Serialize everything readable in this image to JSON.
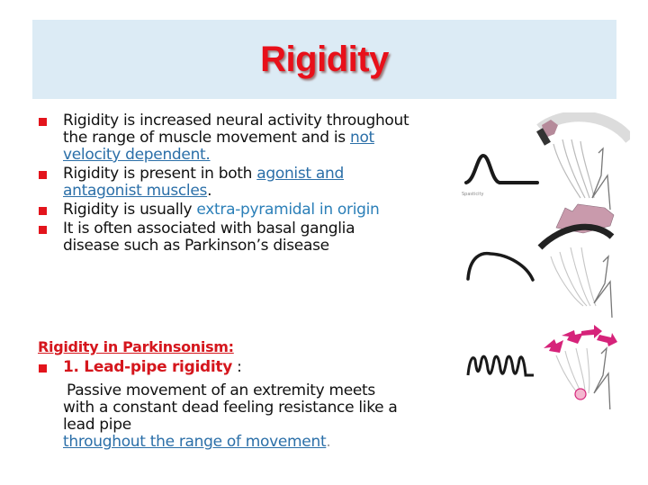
{
  "slide": {
    "title": "Rigidity",
    "bullets": [
      {
        "text_before": "Rigidity is increased neural activity throughout the range of muscle movement and is ",
        "link_text": "not velocity dependent.",
        "text_after": ""
      },
      {
        "text_before": "Rigidity is present in both ",
        "link_text": "agonist and antagonist muscles",
        "text_after": "."
      },
      {
        "text_before": "Rigidity is usually ",
        "highlight_text": "extra-pyramidal in origin",
        "text_after": ""
      },
      {
        "text_before": "It is often  associated with basal ganglia disease such as Parkinson’s disease"
      }
    ],
    "sub_heading": "Rigidity in Parkinsonism:",
    "lead_pipe": {
      "title": "1. Lead-pipe rigidity",
      "colon": " :",
      "description": "Passive movement of an extremity meets with a constant dead feeling resistance like a lead pipe",
      "link_text": "throughout the range of movement",
      "trailing": "."
    },
    "figures": [
      {
        "label": "Spasticity",
        "curve": "spasticity-curve"
      },
      {
        "label": "",
        "curve": "rigidity-curve"
      },
      {
        "label": "",
        "curve": "cogwheel-curve"
      }
    ]
  },
  "colors": {
    "title_red": "#e8101a",
    "bullet_red": "#e3141c",
    "link_blue": "#2b6fa8",
    "band_bg": "#dcebf5",
    "pink": "#d6237a",
    "mauve": "#c99aac"
  }
}
